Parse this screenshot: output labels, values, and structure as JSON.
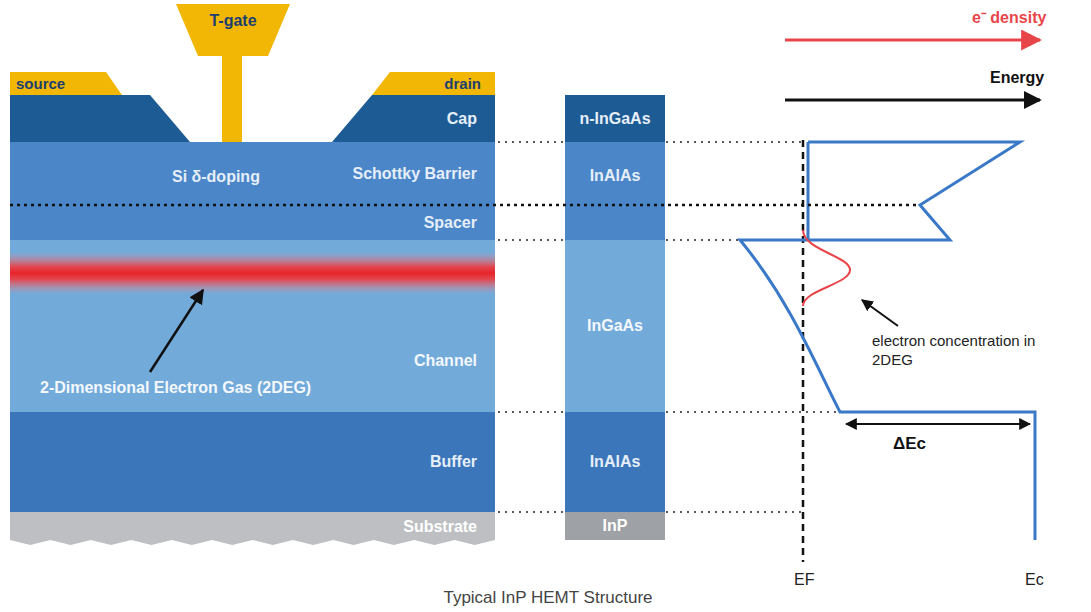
{
  "diagram": {
    "caption": "Typical InP HEMT Structure",
    "nodes": [
      {
        "text": [
          "T-gate"
        ]
      },
      {
        "text": [
          "source"
        ]
      },
      {
        "text": [
          "drain"
        ]
      },
      {
        "text": [
          "Cap"
        ]
      },
      {
        "text": [
          "Schottky Barrier"
        ]
      },
      {
        "text": [
          "Spacer"
        ]
      },
      {
        "text": [
          "Channel"
        ]
      },
      {
        "text": [
          "Buffer"
        ]
      },
      {
        "text": [
          "Substrate"
        ]
      },
      {
        "text": [
          "n-InGaAs"
        ]
      },
      {
        "text": [
          "InAlAs"
        ]
      },
      {
        "text": [
          "InGaAs"
        ]
      },
      {
        "text": [
          "InAlAs"
        ]
      },
      {
        "text": [
          "InP"
        ]
      }
    ],
    "labels": [
      "Si δ-doping",
      "2-Dimensional Electron Gas (2DEG)",
      "e⁻ density",
      "Energy",
      "electron concentration in 2DEG",
      "ΔEc",
      "EF",
      "Ec"
    ]
  }
}
